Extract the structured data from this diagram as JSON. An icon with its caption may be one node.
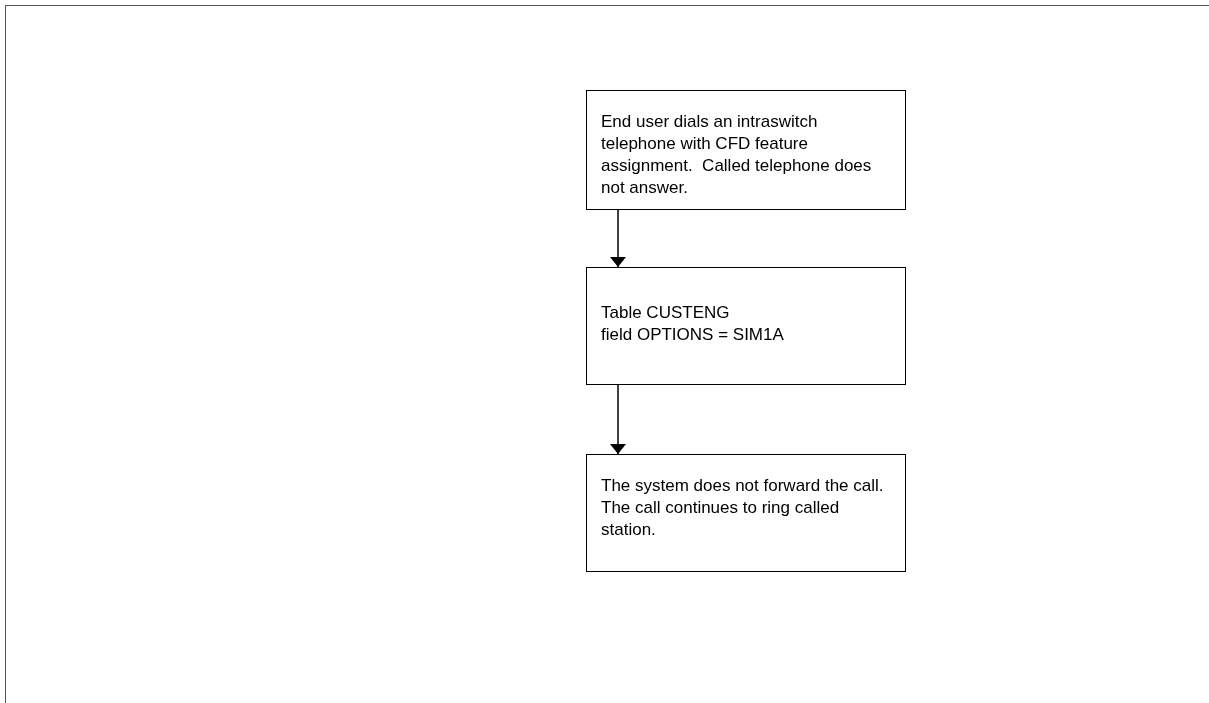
{
  "diagram": {
    "nodes": [
      {
        "text": [
          "End user dials an intraswitch telephone with CFD feature assignment.  Called telephone does not answer."
        ]
      },
      {
        "text": [
          "Table CUSTENG",
          "field OPTIONS = SIM1A"
        ]
      },
      {
        "text": [
          "The system does not forward the call. The call continues to ring called station."
        ]
      }
    ],
    "edges": [
      {
        "from": 0,
        "to": 1,
        "arrow": "to"
      },
      {
        "from": 1,
        "to": 2,
        "arrow": "to"
      }
    ]
  }
}
